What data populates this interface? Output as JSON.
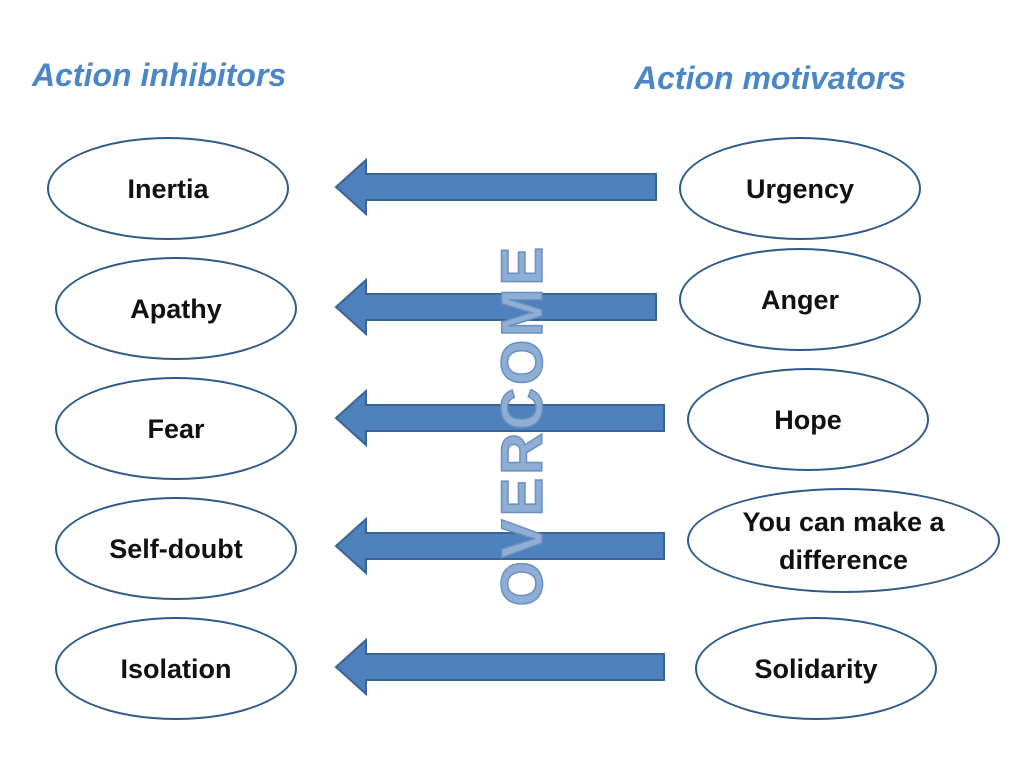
{
  "headings": {
    "inhibitors": "Action inhibitors",
    "motivators": "Action motivators"
  },
  "inhibitors": [
    "Inertia",
    "Apathy",
    "Fear",
    "Self-doubt",
    "Isolation"
  ],
  "motivators": [
    "Urgency",
    "Anger",
    "Hope",
    "You can make a difference",
    "Solidarity"
  ],
  "center_label": "OVERCOME",
  "colors": {
    "heading": "#4a86c8",
    "arrow_fill": "#4f81bd",
    "arrow_stroke": "#3a6494",
    "ellipse_border": "#2e5a8a",
    "overcome_fill": "#8eaed6",
    "overcome_stroke": "#6b8fbe"
  }
}
